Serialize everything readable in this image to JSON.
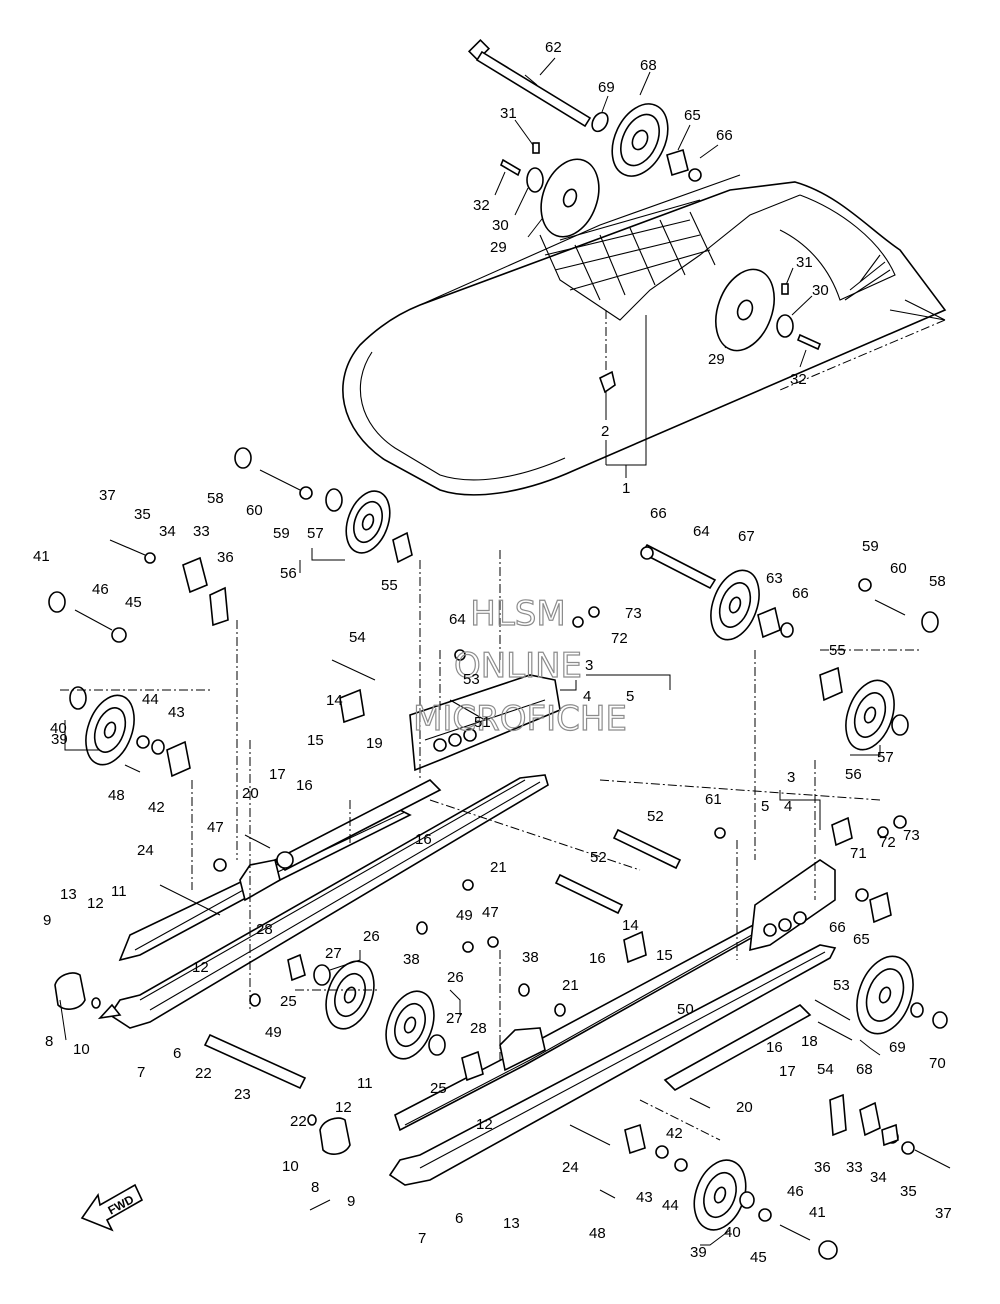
{
  "diagram": {
    "fwd_label": "FWD",
    "watermark": [
      "HLSM",
      "ONLINE",
      "MICROFICHE"
    ],
    "callouts": [
      "62",
      "68",
      "69",
      "31",
      "65",
      "66",
      "32",
      "30",
      "29",
      "31",
      "30",
      "29",
      "32",
      "2",
      "1",
      "58",
      "60",
      "59",
      "57",
      "56",
      "55",
      "37",
      "35",
      "34",
      "33",
      "36",
      "41",
      "46",
      "45",
      "40",
      "39",
      "44",
      "43",
      "48",
      "42",
      "66",
      "64",
      "67",
      "63",
      "66",
      "59",
      "60",
      "58",
      "64",
      "73",
      "72",
      "3",
      "4",
      "5",
      "55",
      "57",
      "56",
      "54",
      "53",
      "51",
      "14",
      "15",
      "19",
      "17",
      "16",
      "20",
      "16",
      "47",
      "21",
      "24",
      "13",
      "12",
      "11",
      "9",
      "8",
      "10",
      "7",
      "6",
      "12",
      "28",
      "27",
      "26",
      "25",
      "49",
      "38",
      "22",
      "23",
      "22",
      "49",
      "47",
      "38",
      "26",
      "27",
      "28",
      "25",
      "11",
      "12",
      "12",
      "10",
      "8",
      "9",
      "7",
      "6",
      "13",
      "24",
      "42",
      "43",
      "44",
      "48",
      "39",
      "40",
      "45",
      "41",
      "46",
      "37",
      "35",
      "34",
      "33",
      "36",
      "52",
      "52",
      "61",
      "3",
      "5",
      "4",
      "71",
      "72",
      "73",
      "66",
      "65",
      "14",
      "16",
      "15",
      "21",
      "50",
      "53",
      "54",
      "18",
      "16",
      "17",
      "20",
      "68",
      "69",
      "70"
    ]
  }
}
